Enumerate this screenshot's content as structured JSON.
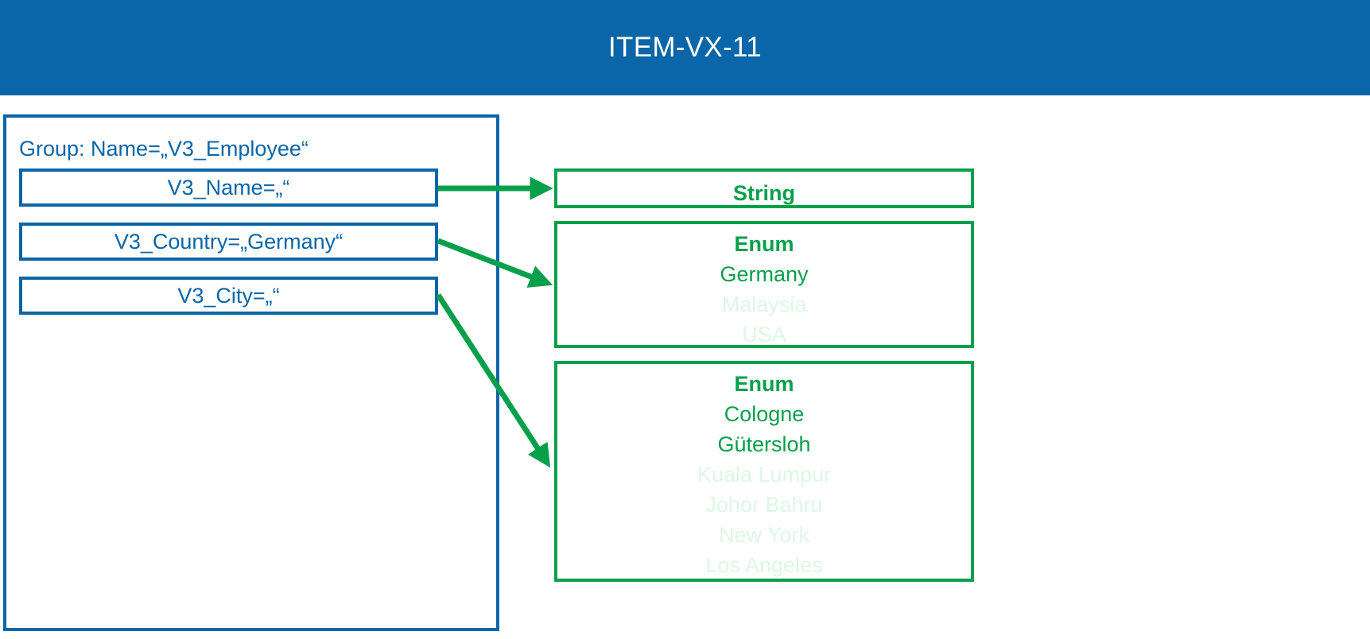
{
  "header": {
    "title": "ITEM-VX-11",
    "bar_color": "#0A66A8",
    "title_color": "#FFFFFF"
  },
  "colors": {
    "blue": "#0A66A8",
    "green": "#06A04B",
    "green_faded": "#DDF7E6",
    "background": "#FFFFFF"
  },
  "group": {
    "label": "Group: Name=„V3_Employee“",
    "attributes": [
      {
        "label": "V3_Name=„“"
      },
      {
        "label": "V3_Country=„Germany“"
      },
      {
        "label": "V3_City=„“"
      }
    ]
  },
  "types": [
    {
      "title": "String",
      "items": []
    },
    {
      "title": "Enum",
      "items": [
        {
          "label": "Germany",
          "faded": false
        },
        {
          "label": "Malaysia",
          "faded": true
        },
        {
          "label": "USA",
          "faded": true
        }
      ]
    },
    {
      "title": "Enum",
      "items": [
        {
          "label": "Cologne",
          "faded": false
        },
        {
          "label": "Gütersloh",
          "faded": false
        },
        {
          "label": "Kuala Lumpur",
          "faded": true
        },
        {
          "label": "Johor Bahru",
          "faded": true
        },
        {
          "label": "New York",
          "faded": true
        },
        {
          "label": "Los Angeles",
          "faded": true
        }
      ]
    }
  ],
  "connectors": [
    {
      "name": "name-to-string",
      "from": "V3_Name",
      "to": "String"
    },
    {
      "name": "country-to-country-enum",
      "from": "V3_Country",
      "to": "Enum (countries)"
    },
    {
      "name": "city-to-city-enum",
      "from": "V3_City",
      "to": "Enum (cities)"
    }
  ]
}
